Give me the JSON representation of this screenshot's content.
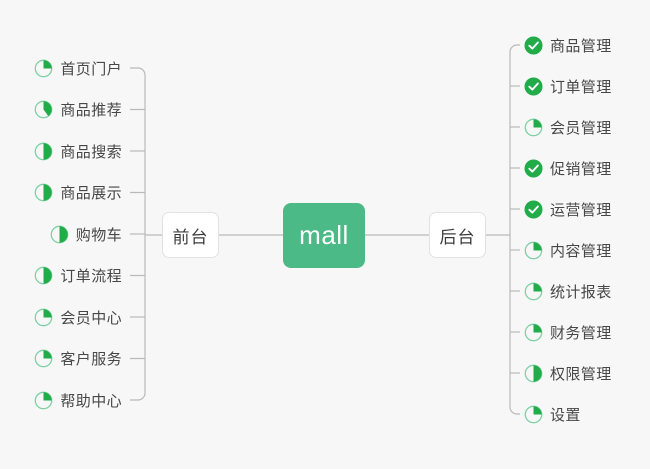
{
  "diagram": {
    "type": "mind-map",
    "background_color": "#f7f7f7",
    "accent_color": "#4cba87",
    "done_color": "#22ac49",
    "line_color": "#b9b9b9",
    "text_color": "#474747"
  },
  "root": {
    "label": "mall"
  },
  "branches": {
    "left": {
      "label": "前台",
      "items": [
        {
          "label": "首页门户",
          "icon": "pie-progress-icon",
          "progress": 25
        },
        {
          "label": "商品推荐",
          "icon": "pie-progress-icon",
          "progress": 40
        },
        {
          "label": "商品搜索",
          "icon": "pie-progress-icon",
          "progress": 50
        },
        {
          "label": "商品展示",
          "icon": "pie-progress-icon",
          "progress": 50
        },
        {
          "label": "购物车",
          "icon": "pie-progress-icon",
          "progress": 50
        },
        {
          "label": "订单流程",
          "icon": "pie-progress-icon",
          "progress": 50
        },
        {
          "label": "会员中心",
          "icon": "pie-progress-icon",
          "progress": 25
        },
        {
          "label": "客户服务",
          "icon": "pie-progress-icon",
          "progress": 25
        },
        {
          "label": "帮助中心",
          "icon": "pie-progress-icon",
          "progress": 25
        }
      ]
    },
    "right": {
      "label": "后台",
      "items": [
        {
          "label": "商品管理",
          "icon": "check-circle-icon",
          "progress": 100
        },
        {
          "label": "订单管理",
          "icon": "check-circle-icon",
          "progress": 100
        },
        {
          "label": "会员管理",
          "icon": "pie-progress-icon",
          "progress": 25
        },
        {
          "label": "促销管理",
          "icon": "check-circle-icon",
          "progress": 100
        },
        {
          "label": "运营管理",
          "icon": "check-circle-icon",
          "progress": 100
        },
        {
          "label": "内容管理",
          "icon": "pie-progress-icon",
          "progress": 25
        },
        {
          "label": "统计报表",
          "icon": "pie-progress-icon",
          "progress": 25
        },
        {
          "label": "财务管理",
          "icon": "pie-progress-icon",
          "progress": 25
        },
        {
          "label": "权限管理",
          "icon": "pie-progress-icon",
          "progress": 50
        },
        {
          "label": "设置",
          "icon": "pie-progress-icon",
          "progress": 25
        }
      ]
    }
  }
}
